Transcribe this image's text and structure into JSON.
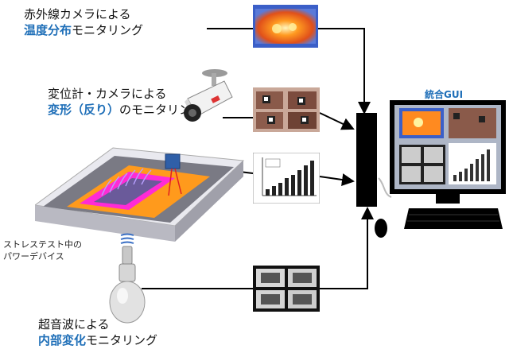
{
  "labels": {
    "infrared": {
      "line1": "赤外線カメラによる",
      "line2_highlight": "温度分布",
      "line2_rest": "モニタリング"
    },
    "displacement": {
      "line1": "変位計・カメラによる",
      "line2_highlight": "変形（反り）",
      "line2_rest": "のモニタリング"
    },
    "ultrasound": {
      "line1": "超音波による",
      "line2_highlight": "内部変化",
      "line2_rest": "モニタリング"
    },
    "device": {
      "line1": "ストレステスト中の",
      "line2": "パワーデバイス"
    },
    "gui": "統合GUI"
  },
  "icons": {
    "thermal": "thermal-image-icon",
    "photo": "device-photo-icon",
    "graph": "bar-graph-icon",
    "ultrasound_image": "ultrasound-image-icon",
    "camera": "security-camera-icon",
    "transducer": "ultrasonic-transducer-icon",
    "computer": "desktop-computer-icon"
  },
  "colors": {
    "highlight": "#1f6fb8",
    "module_pink": "#ff2bd6",
    "module_orange": "#ff9a1c"
  }
}
